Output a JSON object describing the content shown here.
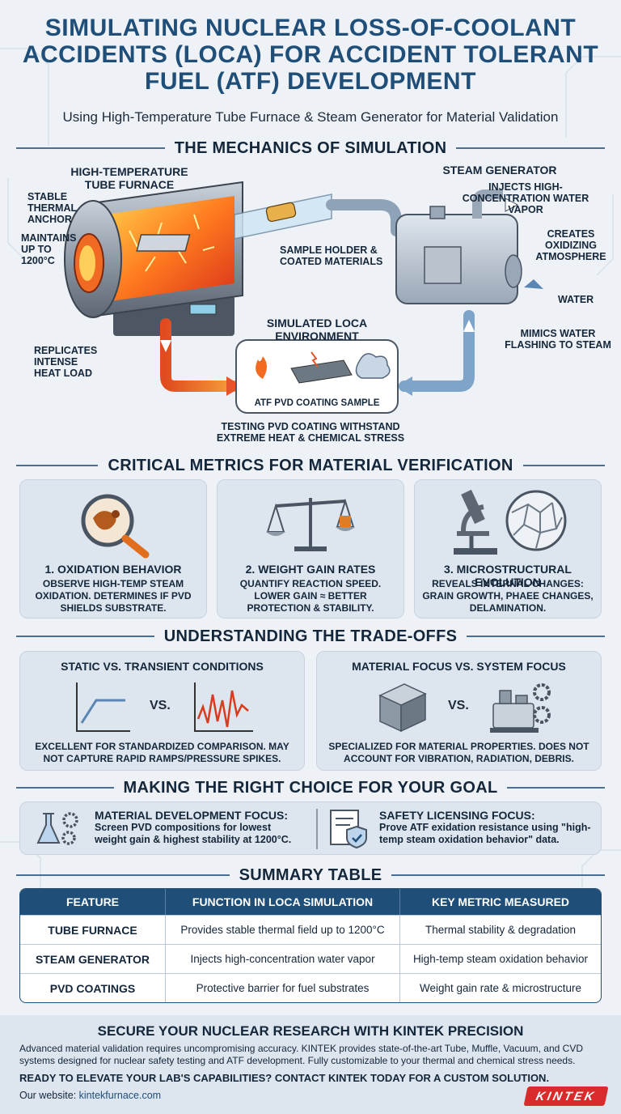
{
  "header": {
    "title": "SIMULATING NUCLEAR LOSS-OF-COOLANT ACCIDENTS (LOCA) FOR ACCIDENT TOLERANT FUEL (ATF) DEVELOPMENT",
    "subtitle": "Using High-Temperature Tube Furnace & Steam Generator for Material Validation"
  },
  "mechanics": {
    "heading": "THE MECHANICS OF SIMULATION",
    "furnace_label": "HIGH-TEMPERATURE TUBE FURNACE",
    "stable_anchor": "STABLE THERMAL ANCHOR",
    "maintains": "MAINTAINS UP TO 1200°C",
    "replicates": "REPLICATES INTENSE HEAT LOAD",
    "sample_holder": "SAMPLE HOLDER & COATED MATERIALS",
    "steam_label": "STEAM GENERATOR",
    "injects": "INJECTS HIGH-CONCENTRATION WATER VAPOR",
    "creates": "CREATES OXIDIZING ATMOSPHERE",
    "water": "WATER",
    "mimics": "MIMICS WATER FLASHING TO STEAM",
    "loca_env": "SIMULATED LOCA ENVIRONMENT",
    "sample": "ATF PVD COATING SAMPLE",
    "testing": "TESTING PVD COATING WITHSTAND EXTREME HEAT & CHEMICAL STRESS"
  },
  "metrics": {
    "heading": "CRITICAL METRICS FOR MATERIAL VERIFICATION",
    "items": [
      {
        "title": "1. OXIDATION BEHAVIOR",
        "desc": "OBSERVE HIGH-TEMP STEAM OXIDATION. DETERMINES IF PVD SHIELDS SUBSTRATE."
      },
      {
        "title": "2. WEIGHT GAIN RATES",
        "desc": "QUANTIFY REACTION SPEED. LOWER GAIN ≈ BETTER PROTECTION & STABILITY."
      },
      {
        "title": "3. MICROSTRUCTURAL EVOLUTION",
        "desc": "REVEALS INTERNAL CHANGES: GRAIN GROWTH, PHAEE CHANGES, DELAMINATION."
      }
    ]
  },
  "tradeoffs": {
    "heading": "UNDERSTANDING THE TRADE-OFFS",
    "left": {
      "title": "STATIC VS. TRANSIENT CONDITIONS",
      "vs": "VS.",
      "desc": "EXCELLENT FOR STANDARDIZED COMPARISON. MAY NOT CAPTURE RAPID RAMPS/PRESSURE SPIKES."
    },
    "right": {
      "title": "MATERIAL FOCUS VS. SYSTEM FOCUS",
      "vs": "VS.",
      "desc": "SPECIALIZED FOR MATERIAL PROPERTIES. DOES NOT ACCOUNT FOR VIBRATION, RADIATION, DEBRIS."
    }
  },
  "goals": {
    "heading": "MAKING THE RIGHT CHOICE FOR YOUR GOAL",
    "left": {
      "title": "MATERIAL DEVELOPMENT FOCUS:",
      "desc": "Screen PVD compositions for lowest weight gain & highest stability at 1200°C."
    },
    "right": {
      "title": "SAFETY LICENSING FOCUS:",
      "desc": "Prove ATF exidation resistance using \"high-temp steam oxidation behavior\" data."
    }
  },
  "summary": {
    "heading": "SUMMARY TABLE",
    "columns": [
      "FEATURE",
      "FUNCTION IN LOCA SIMULATION",
      "KEY METRIC MEASURED"
    ],
    "rows": [
      [
        "TUBE FURNACE",
        "Provides stable thermal field up to 1200°C",
        "Thermal stability & degradation"
      ],
      [
        "STEAM GENERATOR",
        "Injects high-concentration water vapor",
        "High-temp steam oxidation behavior"
      ],
      [
        "PVD COATINGS",
        "Protective barrier for fuel substrates",
        "Weight gain rate & microstructure"
      ]
    ]
  },
  "footer": {
    "title": "SECURE YOUR NUCLEAR RESEARCH WITH KINTEK PRECISION",
    "text": "Advanced material validation requires uncompromising accuracy. KINTEK provides state-of-the-art Tube, Muffle, Vacuum, and CVD systems designed for nuclear safety testing and ATF development. Fully customizable to your thermal and chemical stress needs.",
    "cta": "READY TO ELEVATE YOUR LAB'S CAPABILITIES? CONTACT KINTEK TODAY FOR A CUSTOM SOLUTION.",
    "website_label": "Our website:",
    "website": "kintekfurnace.com",
    "logo": "KINTEK"
  },
  "colors": {
    "primary": "#1f4e79",
    "heat": "#e8542a",
    "steam": "#7ea4c9",
    "brand": "#d92b2b"
  }
}
